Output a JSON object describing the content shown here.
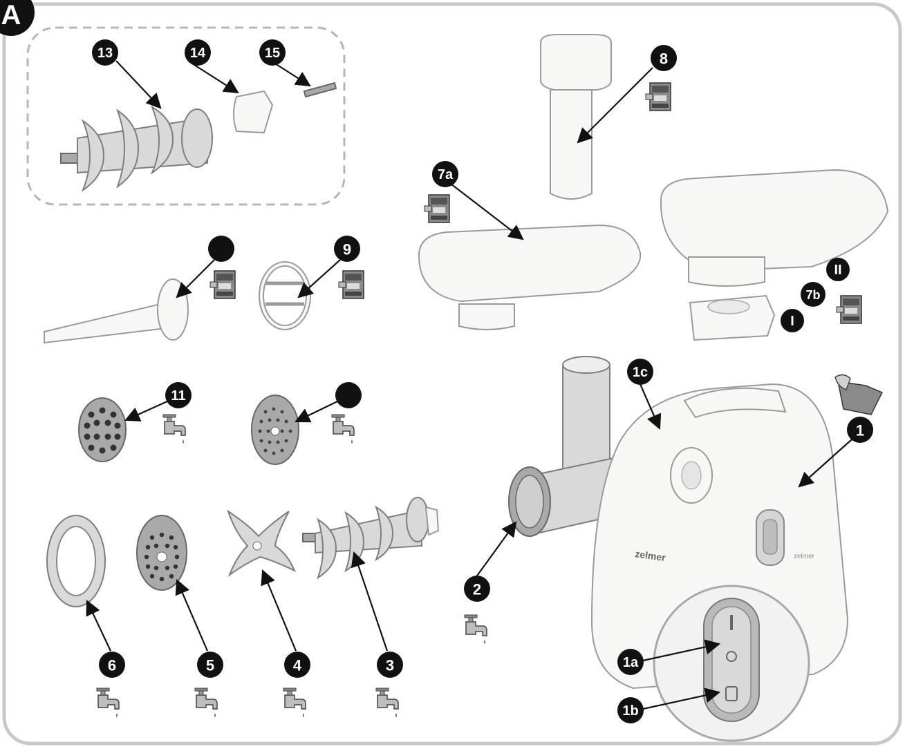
{
  "panel": {
    "letter": "A"
  },
  "labels": {
    "l13": "13",
    "l14": "14",
    "l15": "15",
    "l8": "8",
    "l7a": "7a",
    "l9": "9",
    "l7b": "7b",
    "lII": "II",
    "lI": "I",
    "l11": "11",
    "l1c": "1c",
    "l1": "1",
    "l2": "2",
    "l6": "6",
    "l5": "5",
    "l4": "4",
    "l3": "3",
    "l1a": "1a",
    "l1b": "1b",
    "l10": "",
    "l12": ""
  },
  "brand": "zelmer",
  "icons": {
    "dishwasher": "dishwasher-icon",
    "faucet": "faucet-icon",
    "wipe": "wipe-cloth-icon"
  },
  "colors": {
    "label_bg": "#111111",
    "label_text": "#ffffff",
    "frame": "#c8c8c8",
    "plastic": "#f7f7f5",
    "metal": "#d9d9d9"
  }
}
